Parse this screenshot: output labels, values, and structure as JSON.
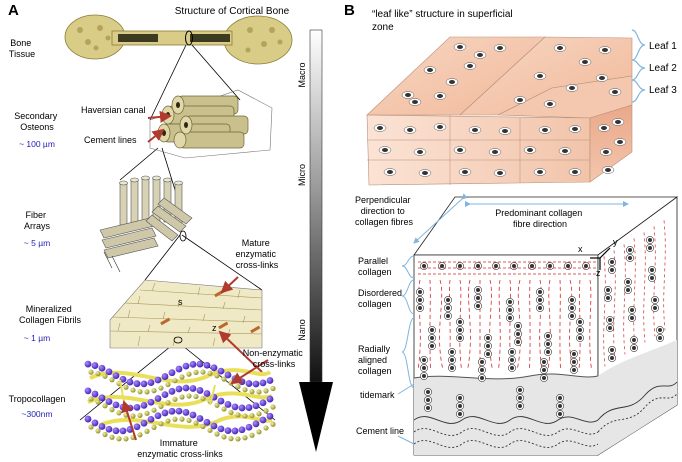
{
  "panel_a": {
    "letter": "A",
    "title": "Structure of Cortical Bone",
    "levels": [
      {
        "label": [
          "Bone",
          "Tissue"
        ],
        "size": ""
      },
      {
        "label": [
          "Secondary",
          "Osteons"
        ],
        "size": "~ 100 µm"
      },
      {
        "label": [
          "Fiber",
          "Arrays"
        ],
        "size": "~ 5 µm"
      },
      {
        "label": [
          "Mineralized",
          "Collagen Fibrils"
        ],
        "size": "~ 1 µm"
      },
      {
        "label": [
          "Tropocollagen"
        ],
        "size": "~300nm"
      }
    ],
    "callouts": {
      "haversian": "Haversian canal",
      "cement": "Cement lines",
      "mature": [
        "Mature",
        "enzymatic",
        "cross-links"
      ],
      "nonenzymatic": [
        "Non-enzymatic",
        "cross-links"
      ],
      "immature": [
        "Immature",
        "enzymatic cross-links"
      ]
    },
    "scale": {
      "macro": "Macro",
      "micro": "Micro",
      "nano": "Nano"
    }
  },
  "panel_b": {
    "letter": "B",
    "title": [
      "“leaf like” structure in superficial",
      "zone"
    ],
    "leaves": [
      "Leaf 1",
      "Leaf 2",
      "Leaf 3"
    ],
    "labels": {
      "perpendicular": [
        "Perpendicular",
        "direction to",
        "collagen fibres"
      ],
      "predominant": [
        "Predominant collagen",
        "fibre direction"
      ],
      "parallel": [
        "Parallel",
        "collagen"
      ],
      "disordered": [
        "Disordered",
        "collagen"
      ],
      "radial": [
        "Radially",
        "aligned",
        "collagen"
      ],
      "tidemark": "tidemark",
      "cement": "Cement line"
    },
    "axes": {
      "x": "x",
      "y": "y",
      "z": "z"
    }
  },
  "colors": {
    "size_text": "#1f1fb4",
    "arrow": "#c0392b",
    "bone": "#d9cc86",
    "tissue": "#f4c9ae",
    "bracket": "#7fb5e0",
    "red_dash": "#d42a2a"
  }
}
